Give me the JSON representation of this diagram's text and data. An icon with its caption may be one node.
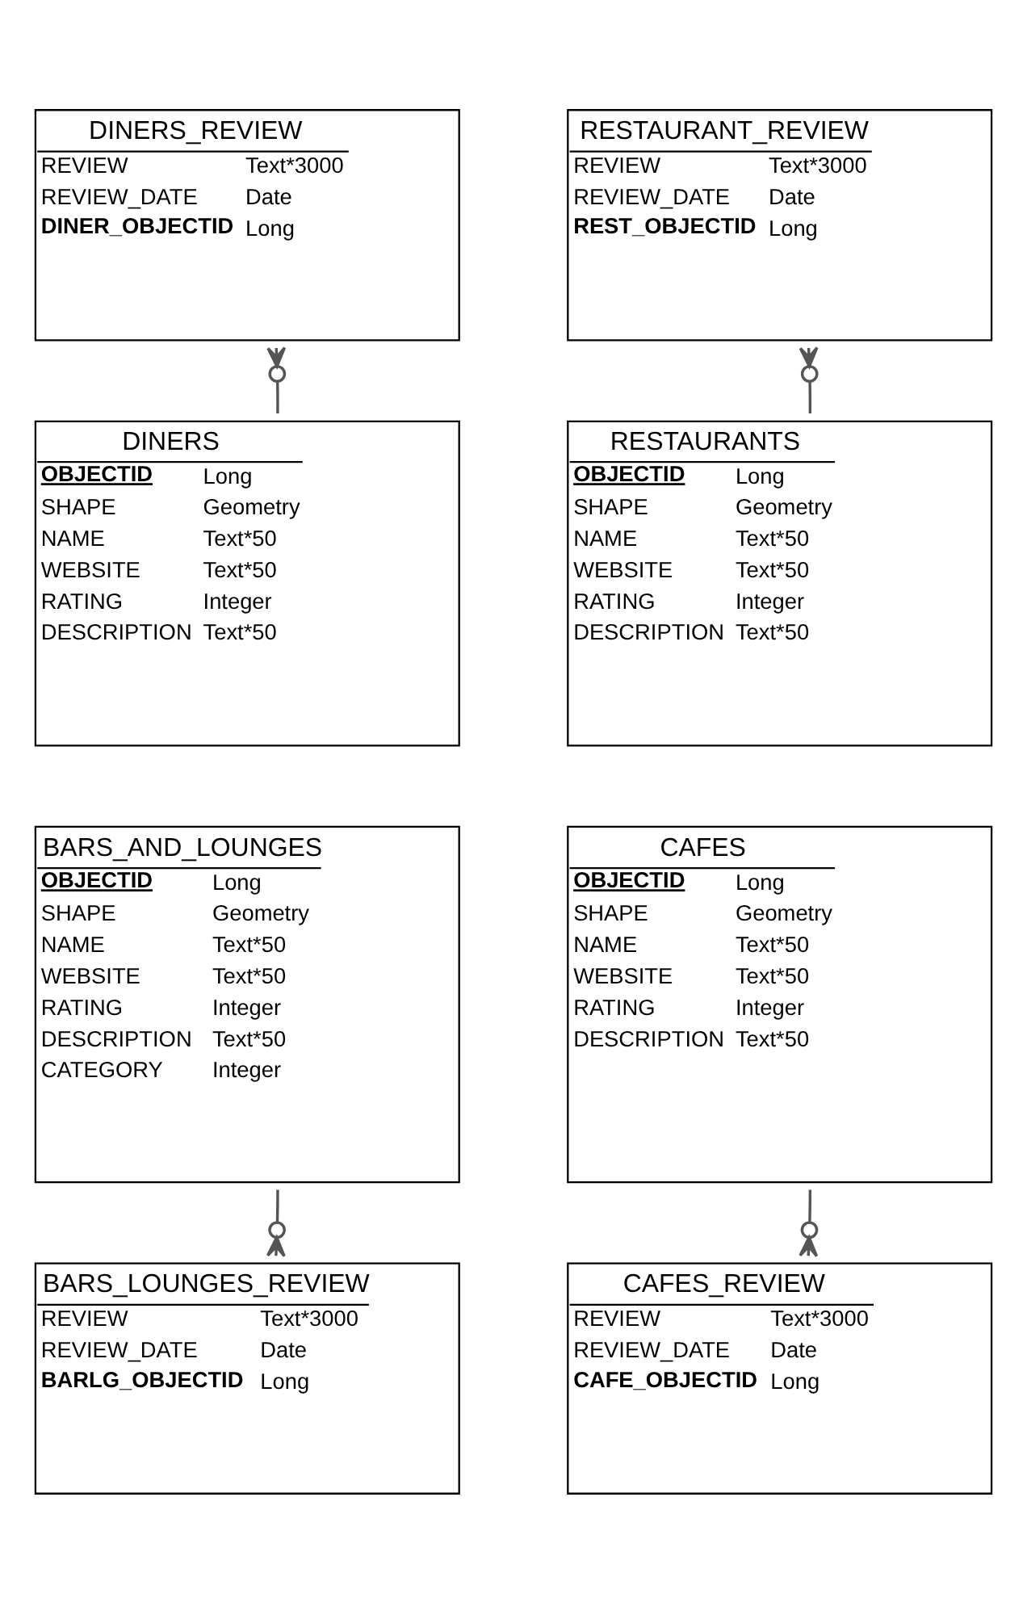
{
  "diagram": {
    "nodes": [
      {
        "text": [
          "DINERS_REVIEW",
          "REVIEW",
          "Text*3000",
          "REVIEW_DATE",
          "Date",
          "DINER_OBJECTID",
          "Long"
        ]
      },
      {
        "text": [
          "RESTAURANT_REVIEW",
          "REVIEW",
          "Text*3000",
          "REVIEW_DATE",
          "Date",
          "REST_OBJECTID",
          "Long"
        ]
      },
      {
        "text": [
          "DINERS",
          "OBJECTID",
          "Long",
          "SHAPE",
          "Geometry",
          "NAME",
          "Text*50",
          "WEBSITE",
          "Text*50",
          "RATING",
          "Integer",
          "DESCRIPTION",
          "Text*50"
        ]
      },
      {
        "text": [
          "RESTAURANTS",
          "OBJECTID",
          "Long",
          "SHAPE",
          "Geometry",
          "NAME",
          "Text*50",
          "WEBSITE",
          "Text*50",
          "RATING",
          "Integer",
          "DESCRIPTION",
          "Text*50"
        ]
      },
      {
        "text": [
          "BARS_AND_LOUNGES",
          "OBJECTID",
          "Long",
          "SHAPE",
          "Geometry",
          "NAME",
          "Text*50",
          "WEBSITE",
          "Text*50",
          "RATING",
          "Integer",
          "DESCRIPTION",
          "Text*50",
          "CATEGORY",
          "Integer"
        ]
      },
      {
        "text": [
          "CAFES",
          "OBJECTID",
          "Long",
          "SHAPE",
          "Geometry",
          "NAME",
          "Text*50",
          "WEBSITE",
          "Text*50",
          "RATING",
          "Integer",
          "DESCRIPTION",
          "Text*50"
        ]
      },
      {
        "text": [
          "BARS_LOUNGES_REVIEW",
          "REVIEW",
          "Text*3000",
          "REVIEW_DATE",
          "Date",
          "BARLG_OBJECTID",
          "Long"
        ]
      },
      {
        "text": [
          "CAFES_REVIEW",
          "REVIEW",
          "Text*3000",
          "REVIEW_DATE",
          "Date",
          "CAFE_OBJECTID",
          "Long"
        ]
      }
    ],
    "edges": [
      {
        "from": 2,
        "to": 0,
        "arrow": "other"
      },
      {
        "from": 3,
        "to": 1,
        "arrow": "other"
      },
      {
        "from": 4,
        "to": 6,
        "arrow": "other"
      },
      {
        "from": 5,
        "to": 7,
        "arrow": "other"
      }
    ]
  }
}
